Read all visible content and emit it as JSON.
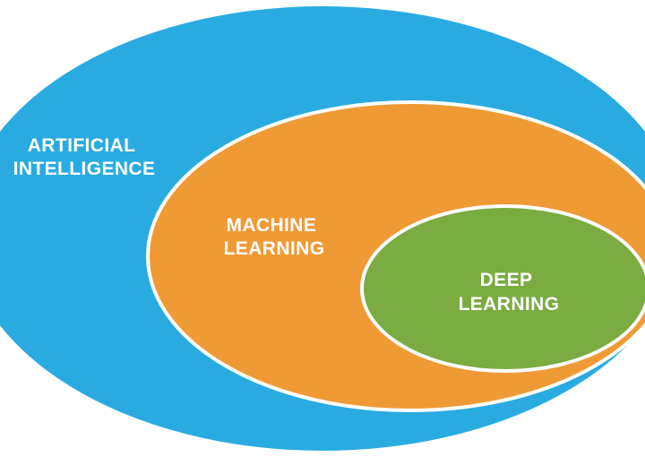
{
  "diagram": {
    "type": "nested-venn",
    "colors": {
      "background": "#ffffff",
      "outer": "#29ABE2",
      "middle": "#F09A36",
      "inner": "#7AAC42",
      "outline": "#ffffff"
    },
    "sets": [
      {
        "line1": "ARTIFICIAL",
        "line2": "INTELLIGENCE"
      },
      {
        "line1": "MACHINE",
        "line2": "LEARNING"
      },
      {
        "line1": "DEEP",
        "line2": "LEARNING"
      }
    ]
  }
}
